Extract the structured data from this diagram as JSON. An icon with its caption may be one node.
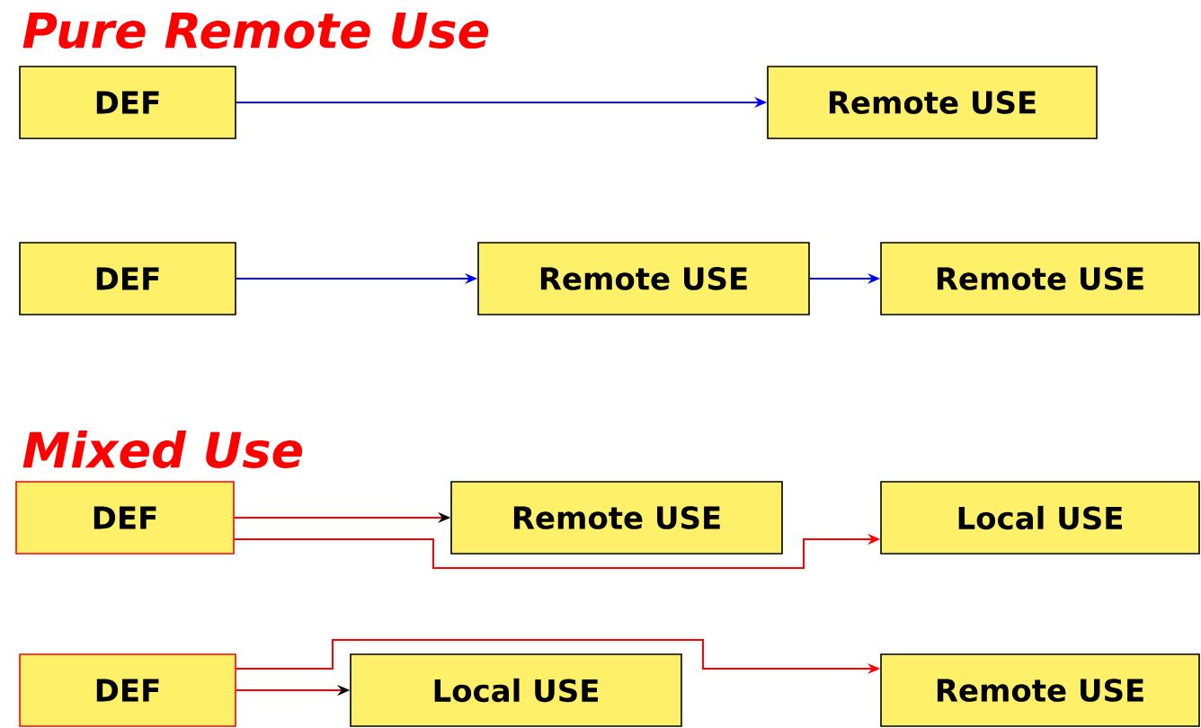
{
  "diagram": {
    "nodes": [
      {
        "text": [
          "DEF"
        ]
      },
      {
        "text": [
          "Remote USE"
        ]
      },
      {
        "text": [
          "DEF"
        ]
      },
      {
        "text": [
          "Remote USE"
        ]
      },
      {
        "text": [
          "Remote USE"
        ]
      },
      {
        "text": [
          "DEF"
        ]
      },
      {
        "text": [
          "Remote USE"
        ]
      },
      {
        "text": [
          "Local USE"
        ]
      },
      {
        "text": [
          "DEF"
        ]
      },
      {
        "text": [
          "Local USE"
        ]
      },
      {
        "text": [
          "Remote USE"
        ]
      }
    ],
    "edges": [
      {
        "from": 0,
        "to": 1,
        "arrow": "to",
        "color": "#0000ff"
      },
      {
        "from": 2,
        "to": 3,
        "arrow": "to",
        "color": "#0000ff"
      },
      {
        "from": 3,
        "to": 4,
        "arrow": "to",
        "color": "#0000ff"
      },
      {
        "from": 5,
        "to": 6,
        "arrow": "to",
        "color": "#ff0000"
      },
      {
        "from": 5,
        "to": 7,
        "arrow": "to",
        "color": "#ff0000"
      },
      {
        "from": 8,
        "to": 9,
        "arrow": "to",
        "color": "#ff0000"
      },
      {
        "from": 8,
        "to": 10,
        "arrow": "to",
        "color": "#ff0000"
      }
    ],
    "labels": [
      "Pure Remote Use",
      "Mixed Use"
    ]
  }
}
